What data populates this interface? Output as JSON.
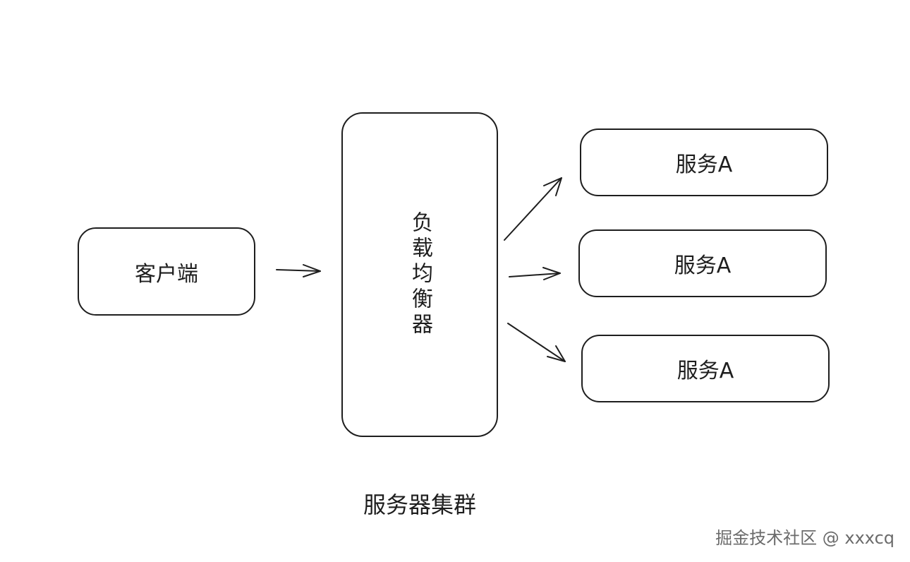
{
  "diagram": {
    "client": {
      "label": "客户端"
    },
    "load_balancer": {
      "label": "负载均衡器"
    },
    "services": [
      {
        "label": "服务A"
      },
      {
        "label": "服务A"
      },
      {
        "label": "服务A"
      }
    ],
    "cluster_caption": "服务器集群",
    "watermark": "掘金技术社区 @ xxxcq"
  }
}
